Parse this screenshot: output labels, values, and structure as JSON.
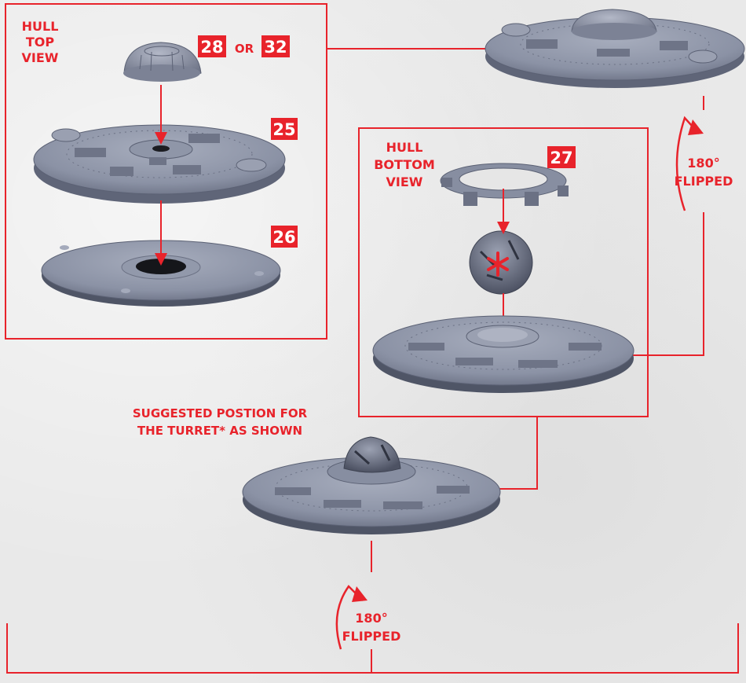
{
  "hull_top_view": {
    "label_line1": "HULL",
    "label_line2": "TOP",
    "label_line3": "VIEW"
  },
  "hull_bottom_view": {
    "label_line1": "HULL",
    "label_line2": "BOTTOM",
    "label_line3": "VIEW"
  },
  "parts": {
    "p28": "28",
    "or_text": "OR",
    "p32": "32",
    "p25": "25",
    "p26": "26",
    "p27": "27"
  },
  "flip_right": {
    "degrees": "180°",
    "text": "FLIPPED"
  },
  "flip_bottom": {
    "degrees": "180°",
    "text": "FLIPPED"
  },
  "suggestion": {
    "line1": "SUGGESTED POSTION FOR",
    "line2": "THE TURRET* AS SHOWN"
  },
  "colors": {
    "accent_red": "#e8232b",
    "part_grey": "#8a91a4",
    "part_dark": "#4f5566",
    "background": "#e9e9e9"
  }
}
